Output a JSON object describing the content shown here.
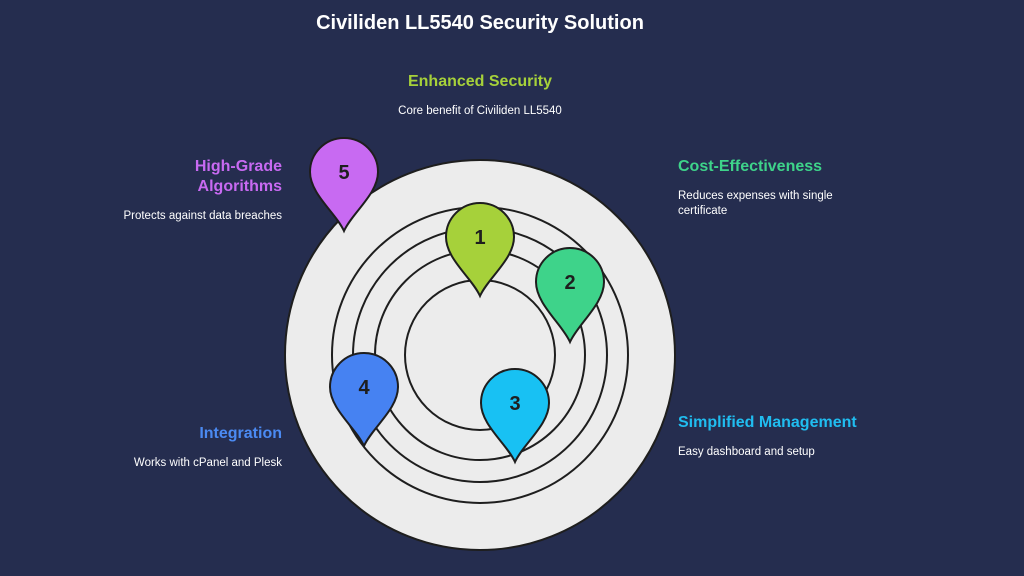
{
  "title": "Civiliden LL5540 Security Solution",
  "colors": {
    "background": "#252d4f",
    "ring_fill": "#ececec",
    "ring_stroke": "#1e1e1e"
  },
  "items": [
    {
      "number": "1",
      "heading": "Enhanced Security",
      "description": "Core benefit of Civiliden LL5540",
      "color": "#a6d13a",
      "heading_color": "#a6d13a"
    },
    {
      "number": "2",
      "heading": "Cost-Effectiveness",
      "description": "Reduces expenses with single certificate",
      "color": "#3ed38a",
      "heading_color": "#3ed38a"
    },
    {
      "number": "3",
      "heading": "Simplified Management",
      "description": "Easy dashboard and setup",
      "color": "#18c1f3",
      "heading_color": "#20bdf0"
    },
    {
      "number": "4",
      "heading": "Integration",
      "description": "Works with cPanel and Plesk",
      "color": "#4682f2",
      "heading_color": "#4b8af2"
    },
    {
      "number": "5",
      "heading": "High-Grade Algorithms",
      "description": "Protects against data breaches",
      "color": "#c86af2",
      "heading_color": "#c86af2"
    }
  ]
}
